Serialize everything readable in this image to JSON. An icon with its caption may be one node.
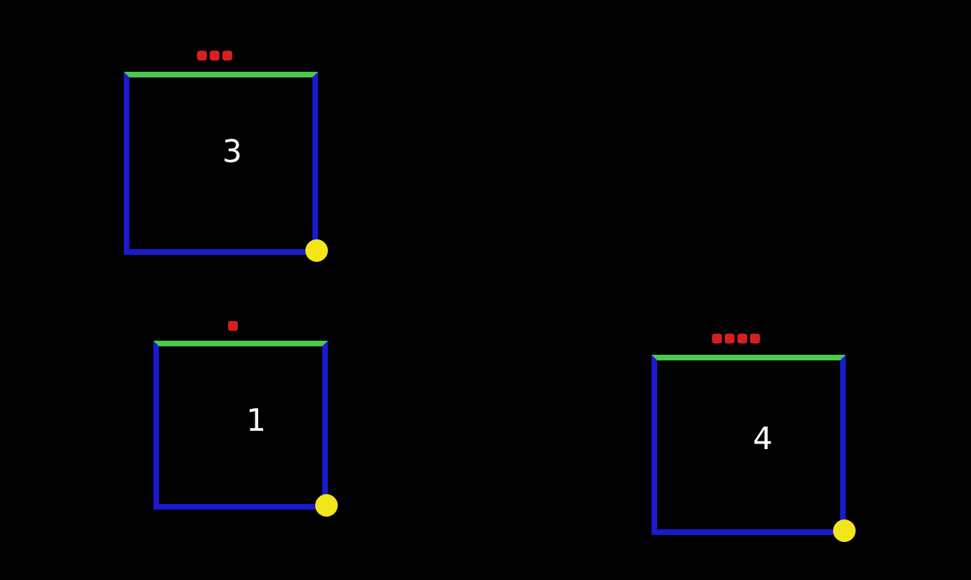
{
  "diagram": {
    "nodes": [
      {
        "text": [
          "3"
        ]
      },
      {
        "text": [
          "1"
        ]
      },
      {
        "text": [
          "4"
        ]
      }
    ]
  }
}
